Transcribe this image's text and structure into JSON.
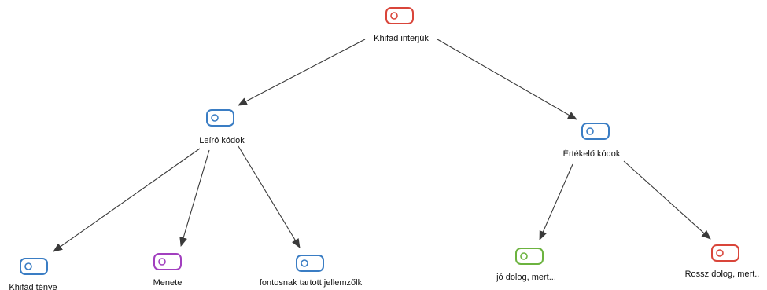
{
  "diagram": {
    "nodes": [
      {
        "id": "root",
        "label": "Khifad interjúk",
        "color": "#d9453a",
        "icon": "code-tag-icon"
      },
      {
        "id": "desc",
        "label": "Leíró kódok",
        "color": "#3a7dc4",
        "icon": "code-tag-icon"
      },
      {
        "id": "eval",
        "label": "Értékelő kódok",
        "color": "#3a7dc4",
        "icon": "code-tag-icon"
      },
      {
        "id": "fact",
        "label": "Khifád ténye",
        "color": "#3a7dc4",
        "icon": "code-tag-icon"
      },
      {
        "id": "process",
        "label": "Menete",
        "color": "#a23fbf",
        "icon": "code-tag-icon"
      },
      {
        "id": "features",
        "label": "fontosnak tartott jellemzőlk",
        "color": "#3a7dc4",
        "icon": "code-tag-icon"
      },
      {
        "id": "good",
        "label": "jó dolog, mert...",
        "color": "#6cb33f",
        "icon": "code-tag-icon"
      },
      {
        "id": "bad",
        "label": "Rossz dolog, mert..",
        "color": "#d9453a",
        "icon": "code-tag-icon"
      }
    ],
    "edges": [
      {
        "from": "root",
        "to": "desc"
      },
      {
        "from": "root",
        "to": "eval"
      },
      {
        "from": "desc",
        "to": "fact"
      },
      {
        "from": "desc",
        "to": "process"
      },
      {
        "from": "desc",
        "to": "features"
      },
      {
        "from": "eval",
        "to": "good"
      },
      {
        "from": "eval",
        "to": "bad"
      }
    ],
    "edge_color": "#3a3a3a"
  }
}
